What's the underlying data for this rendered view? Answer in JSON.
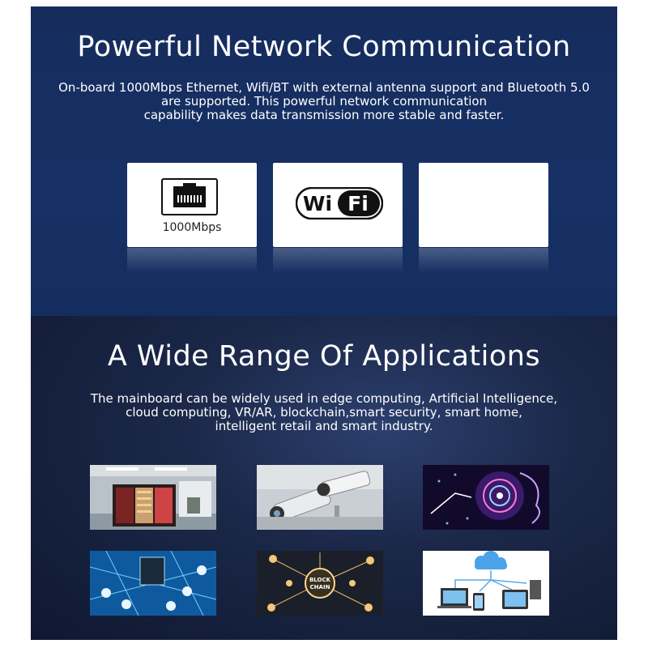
{
  "section1": {
    "title": "Powerful Network Communication",
    "desc_lines": [
      "On-board 1000Mbps Ethernet, Wifi/BT with external antenna support and Bluetooth 5.0",
      "are supported. This powerful network communication",
      "capability makes data transmission more stable and faster."
    ],
    "cards": {
      "ethernet_label": "1000Mbps",
      "wifi_text_a": "Wi",
      "wifi_text_b": "Fi"
    }
  },
  "section2": {
    "title": "A Wide Range Of Applications",
    "desc_lines": [
      "The mainboard can be widely used in edge computing, Artificial Intelligence,",
      "cloud computing, VR/AR, blockchain,smart security, smart home,",
      "intelligent retail and smart industry."
    ],
    "thumbnails": {
      "blockchain_label_a": "BLOCK",
      "blockchain_label_b": "CHAIN"
    }
  }
}
